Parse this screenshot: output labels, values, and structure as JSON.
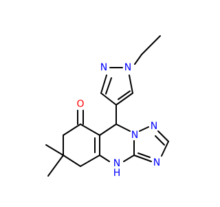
{
  "molecule": {
    "atoms": {
      "N_pz1": {
        "text": "N",
        "color": "#0000ff"
      },
      "N_pz2": {
        "text": "N",
        "color": "#0000ff"
      },
      "O": {
        "text": "O",
        "color": "#ff0000"
      },
      "N_tz1": {
        "text": "N",
        "color": "#0000ff"
      },
      "N_tz2": {
        "text": "N",
        "color": "#0000ff"
      },
      "N_tz4": {
        "text": "N",
        "color": "#0000ff"
      },
      "NH_N": {
        "text": "N",
        "color": "#0000ff"
      },
      "NH_H": {
        "text": "H",
        "color": "#0000ff"
      }
    },
    "bond_color": "#000000",
    "background": "#ffffff"
  }
}
